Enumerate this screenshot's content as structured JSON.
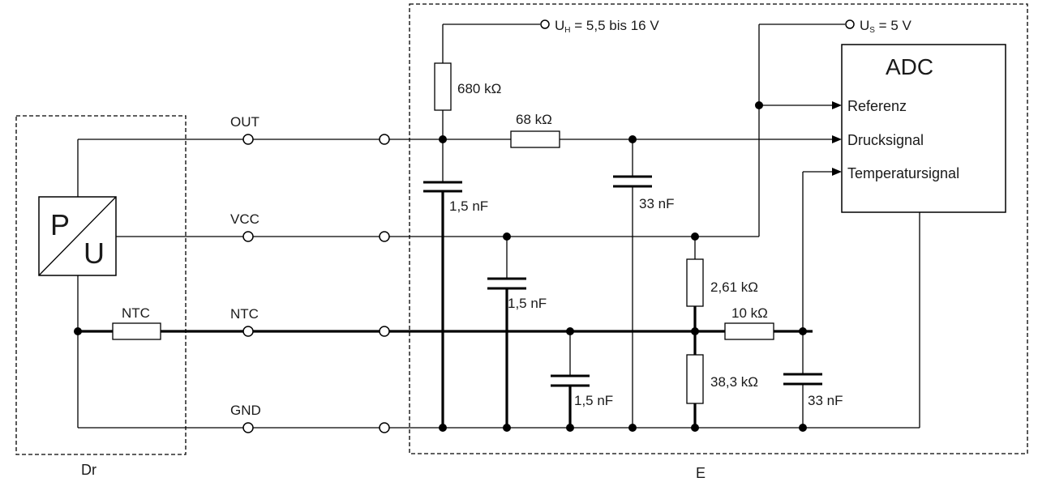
{
  "sensor_block": {
    "p_label": "P",
    "u_label": "U",
    "frame_label": "Dr",
    "ntc_resistor_label": "NTC"
  },
  "signals": {
    "out": "OUT",
    "vcc": "VCC",
    "ntc": "NTC",
    "gnd": "GND"
  },
  "electronics": {
    "frame_label": "E",
    "supply_uh": {
      "symbol": "U",
      "sub": "H",
      "value": " = 5,5 bis 16 V"
    },
    "supply_us": {
      "symbol": "U",
      "sub": "S",
      "value": " = 5 V"
    }
  },
  "adc": {
    "title": "ADC",
    "inputs": [
      "Referenz",
      "Drucksignal",
      "Temperatursignal"
    ]
  },
  "components": {
    "r_680k": "680 kΩ",
    "r_68k": "68 kΩ",
    "c_out": "1,5 nF",
    "c_33n_out": "33 nF",
    "c_vcc": "1,5 nF",
    "c_ntc": "1,5 nF",
    "r_261k": "2,61 kΩ",
    "r_10k": "10 kΩ",
    "r_383k": "38,3 kΩ",
    "c_33n_temp": "33 nF"
  }
}
